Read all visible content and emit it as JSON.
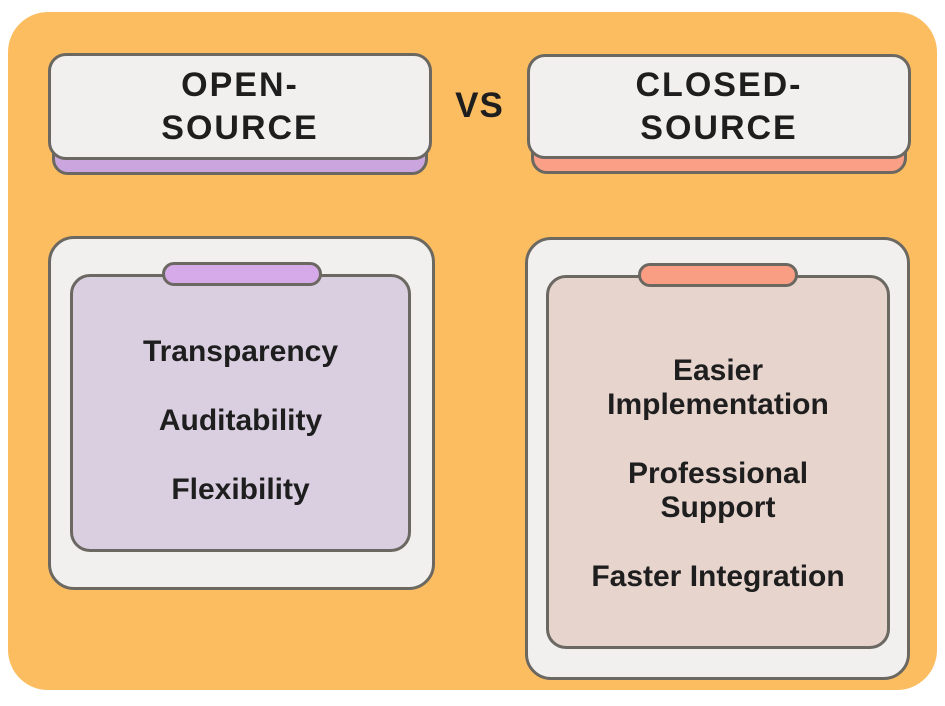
{
  "infographic": {
    "vs_label": "VS",
    "colors": {
      "background": "#FFFFFF",
      "panel": "#FCBD61",
      "card_face": "#F1F0EE",
      "outline": "#6B6862",
      "text": "#1E1E1E",
      "open_accent": "#CBA6DE",
      "open_clip": "#D6A9E8",
      "open_body": "#D9CFE0",
      "closed_accent": "#FB9F86",
      "closed_clip": "#FA9E83",
      "closed_body": "#E7D4CD"
    },
    "open_source": {
      "title": "OPEN-SOURCE",
      "items": [
        "Transparency",
        "Auditability",
        "Flexibility"
      ]
    },
    "closed_source": {
      "title": "CLOSED-SOURCE",
      "items": [
        "Easier Implementation",
        "Professional Support",
        "Faster Integration"
      ]
    }
  }
}
